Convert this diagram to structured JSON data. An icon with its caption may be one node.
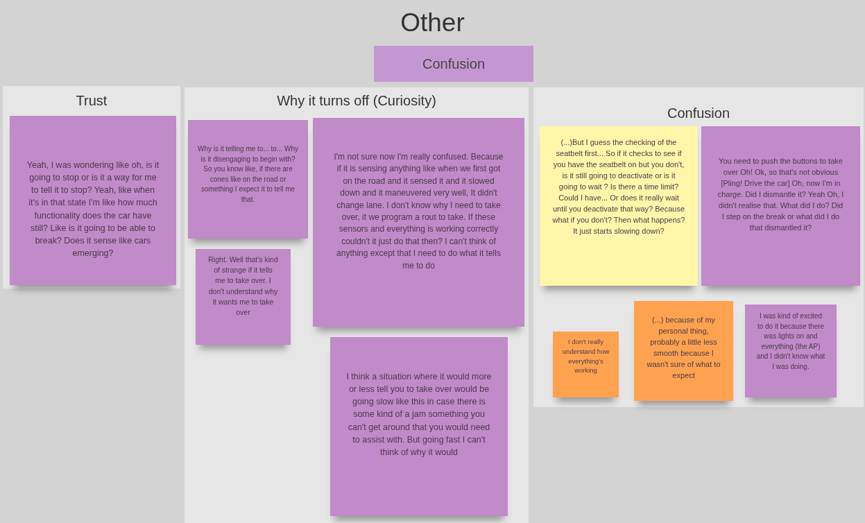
{
  "diagram": {
    "title": "Other",
    "nodes": [
      {
        "text": [
          "Confusion"
        ]
      },
      {
        "text": [
          "Trust"
        ]
      },
      {
        "text": [
          "Yeah, I was wondering like oh, is it going to stop or is it a way for me to tell it to stop? Yeah, like when it's in that state I'm like how much functionality does the car have still? Like is it going to be able to break? Does it sense like cars emerging?"
        ],
        "in": 1
      },
      {
        "text": [
          "Why it turns off (Curiosity)"
        ]
      },
      {
        "text": [
          "Why is it telling me to... to... Why is it disengaging to begin with? So you know like, if there are cones like on the road or something I expect it to tell me that."
        ],
        "in": 3
      },
      {
        "text": [
          "Right. Well that's kind of strange if it tells me to take over. I don't understand why it wants me to take over"
        ],
        "in": 3
      },
      {
        "text": [
          "I'm not sure now I'm really confused. Because if it is sensing anything like when we first got on the road and it sensed it and it slowed down and it maneuvered very well, It didn't change lane. I don't know why I need to take over, it we program a rout to take. If these sensors and everything is working correctly couldn't it just do that then? I can't think of anything except that I need to do what it tells me to do"
        ],
        "in": 3
      },
      {
        "text": [
          "I think a situation where it would more or less tell you to take over would be going slow like this in case there is some kind of a jam something you can't get around that you would need to assist with. But going fast I can't think of why it would"
        ],
        "in": 3
      },
      {
        "text": [
          "Confusion"
        ]
      },
      {
        "text": [
          "(...)But I guess the checking of the seatbelt first... So if it checks to see if you have the seatbelt on but you don't, is it still going to deactivate or is it going to wait ? Is there a time limit? Could I have... Or does it really wait until you deactivate that way? Because what if you don't? Then what happens? It just starts slowing down?"
        ],
        "in": 8
      },
      {
        "text": [
          "You need to push the buttons to take over Oh! Ok, so that's not obvious [Pling! Drive the car] Oh, now I'm in charge. Did I dismantle it? Yeah Oh, I didn't realise that. What did I do? Did I step on the break or what did I do that dismantled it?"
        ],
        "in": 8
      },
      {
        "text": [
          "I don't really understand how everything's working"
        ],
        "in": 8
      },
      {
        "text": [
          "(...) because of my personal thing, probably a little less smooth because I wasn't sure of what to expect"
        ],
        "in": 8
      },
      {
        "text": [
          "I was kind of excited to do it because there was lights on and everything (the AP) and I didn't know what I was doing."
        ],
        "in": 8
      }
    ]
  }
}
